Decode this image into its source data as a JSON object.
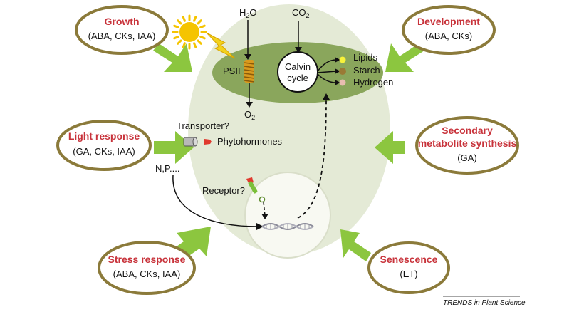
{
  "regulators": {
    "growth": {
      "title": "Growth",
      "hormones": "(ABA, CKs, IAA)"
    },
    "development": {
      "title": "Development",
      "hormones": "(ABA, CKs)"
    },
    "light": {
      "title": "Light response",
      "hormones": "(GA, CKs, IAA)"
    },
    "secondary": {
      "title_line1": "Secondary",
      "title_line2": "metabolite synthesis",
      "hormones": "(GA)"
    },
    "stress": {
      "title": "Stress response",
      "hormones": "(ABA, CKs, IAA)"
    },
    "senescence": {
      "title": "Senescence",
      "hormones": "(ET)"
    }
  },
  "cell": {
    "h2o": "H",
    "h2o_sub": "2",
    "h2o_end": "O",
    "co2": "CO",
    "co2_sub": "2",
    "o2": "O",
    "o2_sub": "2",
    "psii": "PSII",
    "calvin_line1": "Calvin",
    "calvin_line2": "cycle",
    "products": [
      "Lipids",
      "Starch",
      "Hydrogen"
    ],
    "transporter": "Transporter?",
    "phytohormones": "Phytohormones",
    "nutrients": "N,P....",
    "receptor": "Receptor?"
  },
  "footer": "TRENDS in Plant Science",
  "colors": {
    "cell_fill": "#e4ead6",
    "chloroplast_fill": "#8aa65c",
    "arrow_green": "#8cc63f",
    "ellipse_border": "#8b7a3a",
    "title_red": "#c8333b",
    "sun": "#f5c400",
    "lightning": "#f2d21e"
  }
}
